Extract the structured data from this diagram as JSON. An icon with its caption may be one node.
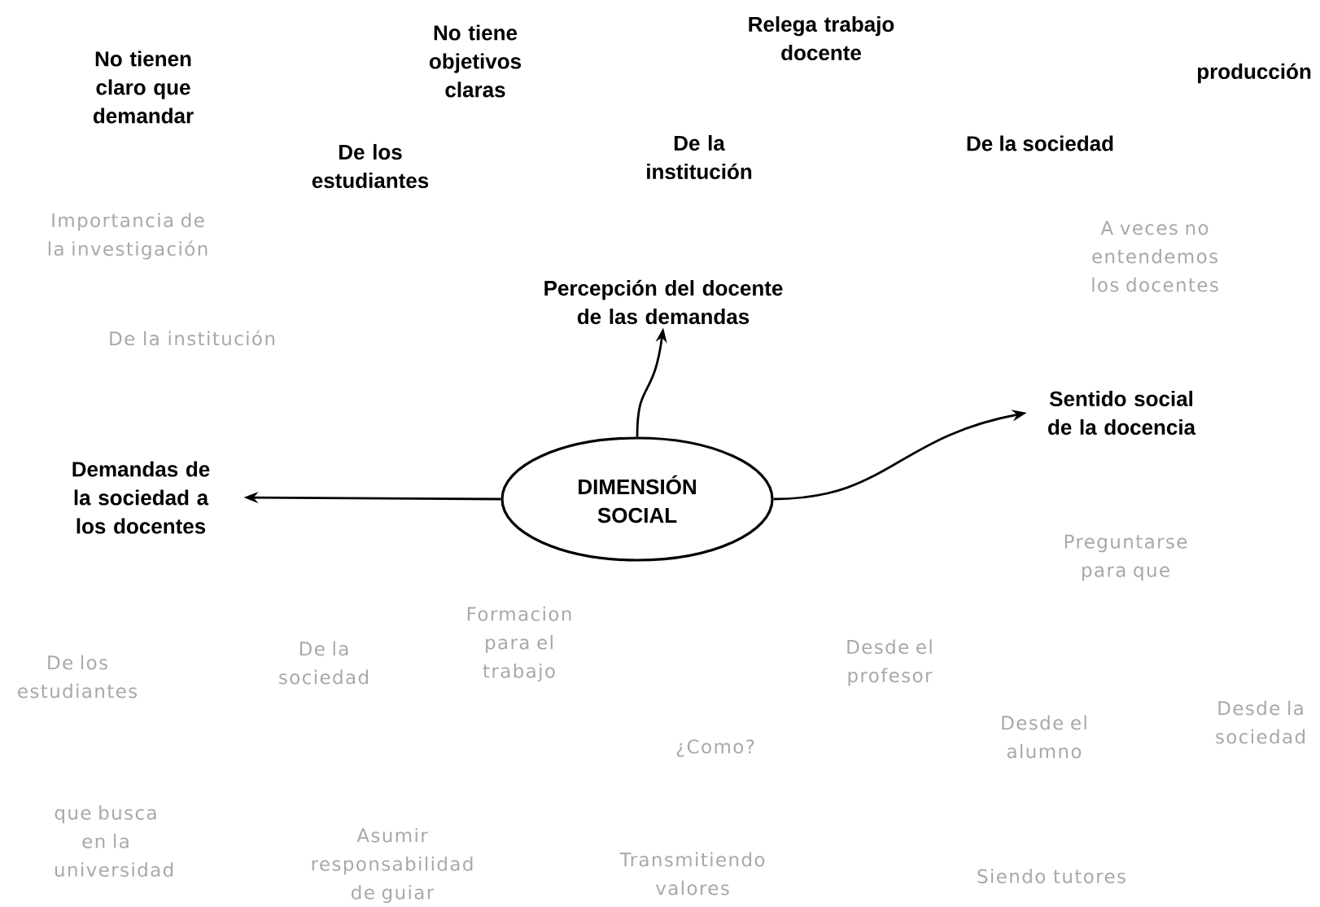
{
  "diagram": {
    "nodes": [
      {
        "text": [
          "Percepción del docente de las demandas"
        ]
      },
      {
        "text": [
          "Sentido social de la docencia"
        ]
      },
      {
        "text": [
          "DIMENSIÓN SOCIAL"
        ]
      },
      {
        "text": [
          "Demandas de la sociedad a los docentes"
        ]
      }
    ],
    "edges": [
      {
        "from": 2,
        "to": 0,
        "arrow": "to"
      },
      {
        "from": 2,
        "to": 1,
        "arrow": "to"
      },
      {
        "from": 2,
        "to": 3,
        "arrow": "to"
      }
    ],
    "labels": [
      "No tienen claro que demandar",
      "No tiene objetivos claras",
      "Relega trabajo docente",
      "producción",
      "De los estudiantes",
      "De la institución",
      "De la sociedad",
      "Importancia de la investigación",
      "A veces no entendemos los docentes",
      "De la institución",
      "Preguntarse para que",
      "De los estudiantes",
      "De la sociedad",
      "Formacion para el trabajo",
      "Desde el profesor",
      "Desde el alumno",
      "Desde la sociedad",
      "¿Como?",
      "que busca en la universidad",
      "Asumir responsabilidad de guiar",
      "Transmitiendo valores",
      "Siendo tutores"
    ]
  }
}
